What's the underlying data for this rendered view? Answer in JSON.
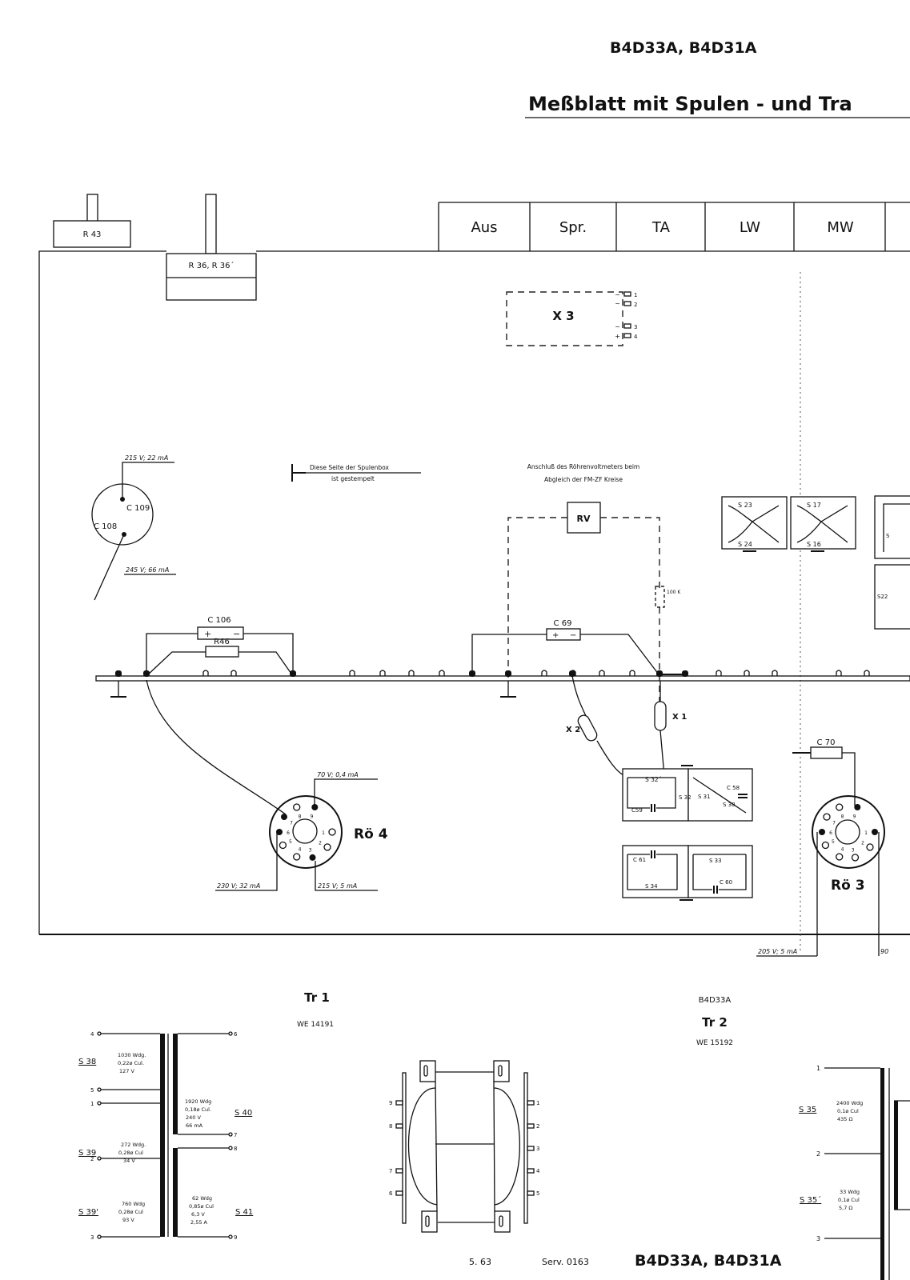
{
  "header": {
    "models": "B4D33A, B4D31A",
    "title": "Meßblatt mit Spulen - und Tra"
  },
  "top_components": {
    "r43": "R 43",
    "r36": "R 36,  R 36´"
  },
  "switch_tabs": [
    "Aus",
    "Spr.",
    "TA",
    "LW",
    "MW"
  ],
  "x3": {
    "label": "X 3",
    "pins": [
      {
        "sym": "~",
        "num": "1"
      },
      {
        "sym": "~",
        "num": "2"
      },
      {
        "sym": "~",
        "num": "3"
      },
      {
        "sym": "+",
        "num": "4"
      }
    ]
  },
  "electrolytic": {
    "c109": "C 109",
    "c108": "C 108",
    "v_top": "215 V;  22 mA",
    "v_bottom": "245 V;  66 mA"
  },
  "spulenbox_note": {
    "line1": "Diese  Seite  der  Spulenbox",
    "line2": "ist  gestempelt"
  },
  "rv_note": {
    "line1": "Anschluß  des  Röhrenvoltmeters  beim",
    "line2": "Abgleich  der  FM-ZF  Kreise",
    "rv": "RV",
    "resistor": "100 K"
  },
  "components": {
    "c106": "C 106",
    "r46": "R46",
    "c69": "C 69",
    "c70": "C 70",
    "x1": "X 1",
    "x2": "X 2",
    "plus": "+",
    "minus": "−"
  },
  "coils": {
    "s23": "S 23",
    "s24": "S 24",
    "s17": "S 17",
    "s16": "S 16",
    "s22": "S22",
    "s_partial": "S",
    "s32p": "S 32´",
    "s32": "S 32",
    "s31": "S 31",
    "s30": "S 30",
    "c59": "C59",
    "c58": "C 58",
    "c61": "C 61",
    "s34": "S 34",
    "s33": "S 33",
    "c60": "C 60"
  },
  "tube_ro4": {
    "label": "Rö 4",
    "v_top": "70 V;  0,4 mA",
    "v_left": "230 V;  32 mA",
    "v_right": "215 V;   5 mA",
    "pins": [
      "1",
      "2",
      "3",
      "4",
      "5",
      "6",
      "7",
      "8",
      "9"
    ]
  },
  "tube_ro3": {
    "label": "Rö 3",
    "v_left": "205 V;   5 mA",
    "v_right": "90",
    "pins": [
      "1",
      "2",
      "3",
      "4",
      "5",
      "6",
      "7",
      "8",
      "9"
    ]
  },
  "tr1": {
    "title": "Tr 1",
    "part": "WE  14191",
    "windings": [
      {
        "name": "S 38",
        "wdg": "1030  Wdg.",
        "wire": "0,22ø  Cul.",
        "value": "127    V"
      },
      {
        "name": "S 39",
        "wdg": "272  Wdg.",
        "wire": "0,28ø  Cul",
        "value": "34     V"
      },
      {
        "name": "S 39'",
        "wdg": "760  Wdg",
        "wire": "0,28ø  Cul",
        "value": "93     V"
      },
      {
        "name": "S 40",
        "wdg": "1920  Wdg",
        "wire": "0,18ø  Cul.",
        "value": "240     V",
        "current": "66    mA"
      },
      {
        "name": "S 41",
        "wdg": "62   Wdg",
        "wire": "0,85ø  Cul",
        "value": "6,3     V",
        "current": "2,55     A"
      }
    ],
    "terminals_left": [
      "4",
      "5",
      "1",
      "2",
      "3"
    ],
    "terminals_right": [
      "6",
      "7",
      "8",
      "9"
    ]
  },
  "core": {
    "left_pins": [
      "9",
      "8",
      "7",
      "6"
    ],
    "right_pins": [
      "1",
      "2",
      "3",
      "4",
      "5"
    ]
  },
  "tr2": {
    "variant": "B4D33A",
    "title": "Tr 2",
    "part": "WE  15192",
    "windings": [
      {
        "name": "S 35",
        "wdg": "2400  Wdg",
        "wire": "0,1ø  Cul",
        "value": "435    Ω"
      },
      {
        "name": "S 35´",
        "wdg": "33   Wdg",
        "wire": "0,1ø  Cul",
        "value": "5,7    Ω"
      }
    ],
    "terminals": [
      "1",
      "2",
      "3"
    ]
  },
  "footer": {
    "date": "5.  63",
    "service": "Serv. 0163",
    "models": "B4D33A, B4D31A"
  }
}
